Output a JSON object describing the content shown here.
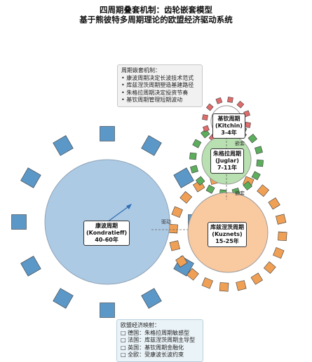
{
  "title": {
    "line1": "四周期叠套机制：齿轮嵌套模型",
    "line2": "基于熊彼特多周期理论的欧盟经济驱动系统"
  },
  "mechanism": {
    "heading": "周期嵌套机制：",
    "items": [
      "康波周期决定长波技术范式",
      "库兹涅茨周期塑造基建路径",
      "朱格拉周期决定投资节奏",
      "基钦周期管理短期波动"
    ]
  },
  "gears": {
    "kondratieff": {
      "name": "康波周期",
      "latin": "(Kondratieff)",
      "span": "40-60年",
      "color": "#a9c8e3",
      "tooth_color": "#5b97c7"
    },
    "kuznets": {
      "name": "库兹涅茨周期",
      "latin": "(Kuznets)",
      "span": "15-25年",
      "color": "#f9c9a0",
      "tooth_color": "#f0a055"
    },
    "juglar": {
      "name": "朱格拉周期",
      "latin": "(Juglar)",
      "span": "7-11年",
      "color": "#b8e0b0",
      "tooth_color": "#5cad5c"
    },
    "kitchin": {
      "name": "基钦周期",
      "latin": "(Kitchin)",
      "span": "3-4年",
      "color": "#ffffff",
      "tooth_color": "#e06c6c"
    }
  },
  "connectors": {
    "drive": "驱动",
    "nest_top": "嵌套",
    "nest_mid": "嵌套"
  },
  "mapping": {
    "heading": "欧盟经济映射：",
    "items": [
      "德国：朱格拉周期敏感型",
      "法国：库兹涅茨周期主导型",
      "英国：基钦周期金融化",
      "全欧：受康波长波约束"
    ]
  }
}
